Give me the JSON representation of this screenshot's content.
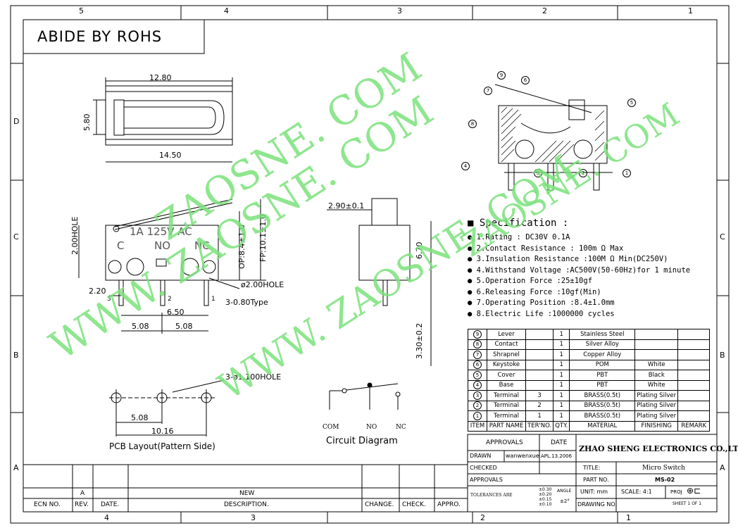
{
  "header": {
    "rohs": "ABIDE  BY  ROHS"
  },
  "grid": {
    "top_cols": [
      "5",
      "4",
      "3",
      "2",
      "1"
    ],
    "bottom_cols": [
      "4",
      "3",
      "2",
      "1"
    ],
    "rows_left": [
      "D",
      "C",
      "B",
      "A"
    ],
    "rows_right": [
      "C",
      "B",
      "A"
    ]
  },
  "watermark": {
    "line1": "ZAOSNE. COM",
    "line2": "WWW. ZAOSNE. COM",
    "line3": "WWW. ZAOSNE. COM",
    "line4": "ZAOSNE. COM"
  },
  "top_view": {
    "dim_top": "12.80",
    "dim_height": "5.80",
    "dim_bottom": "14.50"
  },
  "side_view": {
    "dim_hole_height": "2.00HOLE",
    "marking": "1A 125V AC",
    "terminal_labels": [
      "C",
      "NO",
      "NC"
    ],
    "op": "OP:8.4±1.0",
    "fp": "FP:10.1±1.0",
    "hole": "ø2.00HOLE",
    "type": "3-0.80Type",
    "dim_220": "2.20",
    "dim_650": "6.50",
    "dim_508a": "5.08",
    "dim_508b": "5.08",
    "pins": [
      "3",
      "2",
      "1"
    ]
  },
  "end_view": {
    "dim_top": "2.90±0.1",
    "dim_670": "6.70",
    "dim_330": "3.30±0.2"
  },
  "pcb": {
    "holes": "3-ø1.100HOLE",
    "dim_508": "5.08",
    "dim_1016": "10.16",
    "caption": "PCB Layout(Pattern Side)"
  },
  "circuit": {
    "com": "COM",
    "no": "NO",
    "nc": "NC",
    "caption": "Circuit Diagram"
  },
  "spec": {
    "title": "Specification :",
    "items": [
      "1.Rating : DC30V 0.1A",
      "2.Contact Resistance : 100m Ω  Max",
      "3.Insulation Resistance :100M Ω  Min(DC250V)",
      "4.Withstand Voltage :AC500V(50-60Hz)for 1 minute",
      "5.Operation Force :25±10gf",
      "6.Releasing Force :10gf(Min)",
      "7.Operating Position :8.4±1.0mm",
      "8.Electric Life :1000000 cycles"
    ]
  },
  "bom": {
    "rows": [
      {
        "no": "9",
        "part": "Lever",
        "qty": "1",
        "mat": "Stainless Steel",
        "finish": "",
        "remark": "",
        "terno": ""
      },
      {
        "no": "8",
        "part": "Contact",
        "qty": "1",
        "mat": "Silver Alloy",
        "finish": "",
        "remark": "",
        "terno": ""
      },
      {
        "no": "7",
        "part": "Shrapnel",
        "qty": "1",
        "mat": "Copper Alloy",
        "finish": "",
        "remark": "",
        "terno": ""
      },
      {
        "no": "6",
        "part": "Keystoke",
        "qty": "1",
        "mat": "POM",
        "finish": "White",
        "remark": "",
        "terno": ""
      },
      {
        "no": "5",
        "part": "Cover",
        "qty": "1",
        "mat": "PBT",
        "finish": "Black",
        "remark": "",
        "terno": ""
      },
      {
        "no": "4",
        "part": "Base",
        "qty": "1",
        "mat": "PBT",
        "finish": "White",
        "remark": "",
        "terno": ""
      },
      {
        "no": "3",
        "part": "Terminal",
        "qty": "1",
        "mat": "BRASS(0.5t)",
        "finish": "Plating Silver",
        "remark": "",
        "terno": "3"
      },
      {
        "no": "2",
        "part": "Terminal",
        "qty": "1",
        "mat": "BRASS(0.5t)",
        "finish": "Plating Silver",
        "remark": "",
        "terno": "2"
      },
      {
        "no": "1",
        "part": "Terminal",
        "qty": "1",
        "mat": "BRASS(0.5t)",
        "finish": "Plating Silver",
        "remark": "",
        "terno": "1"
      }
    ],
    "headers": [
      "ITEM",
      "PART NAME",
      "TER'NO.",
      "QTY.",
      "MATERIAL",
      "FINISHING",
      "REMARK"
    ]
  },
  "title_block": {
    "approvals": "APPROVALS",
    "date": "DATE",
    "company": "ZHAO SHENG ELECTRONICS CO.,LTD",
    "drawn": "DRAWN",
    "drawn_by": "wanwenxue",
    "drawn_date": "APL.13.2006",
    "checked": "CHECKED",
    "approvals2": "APPROVALS",
    "title_label": "TITLE:",
    "title": "Micro Switch",
    "part_label": "PART NO.",
    "part_no": "MS-02",
    "unit": "UNIT: mm",
    "scale": "SCALE: 4:1",
    "proj": "PROJ",
    "drawing_no": "DRAWING NO.",
    "sheet": "SHEET 1 OF 1",
    "tolerances": "TOLERANCES ARE",
    "tol": [
      "±0.30",
      "±0.20",
      "±0.15",
      "±0.10"
    ],
    "angle": "ANGLE",
    "angle_tol": "±2°"
  },
  "revision": {
    "rev": "A",
    "new": "NEW",
    "headers": [
      "ECN NO.",
      "REV.",
      "DATE.",
      "DESCRIPTION.",
      "CHANGE.",
      "CHECK.",
      "APPRO."
    ]
  }
}
